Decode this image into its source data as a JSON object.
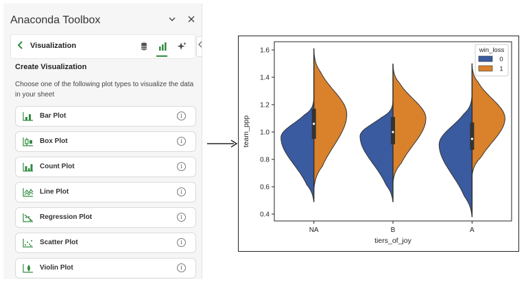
{
  "panel": {
    "title": "Anaconda Toolbox",
    "minimize_icon": "chevron-down-icon",
    "close_icon": "close-icon"
  },
  "nav": {
    "back_icon": "chevron-left-icon",
    "title": "Visualization",
    "icons": [
      "database-icon",
      "bar-chart-icon",
      "sparkle-icon"
    ],
    "active_icon": "bar-chart-icon",
    "collapse_icon": "chevron-left-icon"
  },
  "section": {
    "heading": "Create Visualization",
    "description": "Choose one of the following plot types to visualize the data in your sheet"
  },
  "plot_types": [
    {
      "label": "Bar Plot",
      "icon": "bar-plot-icon"
    },
    {
      "label": "Box Plot",
      "icon": "box-plot-icon"
    },
    {
      "label": "Count Plot",
      "icon": "count-plot-icon"
    },
    {
      "label": "Line Plot",
      "icon": "line-plot-icon"
    },
    {
      "label": "Regression Plot",
      "icon": "regression-plot-icon"
    },
    {
      "label": "Scatter Plot",
      "icon": "scatter-plot-icon"
    },
    {
      "label": "Violin Plot",
      "icon": "violin-plot-icon"
    }
  ],
  "colors": {
    "accent": "#2e8b3e",
    "series0": "#3a5ba0",
    "series1": "#d9812b"
  },
  "chart_data": {
    "type": "violin",
    "split": true,
    "xlabel": "tiers_of_joy",
    "ylabel": "team_ppp",
    "categories": [
      "NA",
      "B",
      "A"
    ],
    "ylim": [
      0.35,
      1.66
    ],
    "yticks": [
      0.4,
      0.6,
      0.8,
      1.0,
      1.2,
      1.4,
      1.6
    ],
    "legend": {
      "title": "win_loss",
      "position": "top-right",
      "entries": [
        "0",
        "1"
      ]
    },
    "series": [
      {
        "name": "0",
        "side": "left",
        "color": "#3a5ba0",
        "ranges": [
          [
            0.49,
            1.25
          ],
          [
            0.49,
            1.23
          ],
          [
            0.38,
            1.28
          ]
        ],
        "modes": [
          0.96,
          0.97,
          0.91
        ]
      },
      {
        "name": "1",
        "side": "right",
        "color": "#d9812b",
        "ranges": [
          [
            0.58,
            1.61
          ],
          [
            0.63,
            1.5
          ],
          [
            0.68,
            1.5
          ]
        ],
        "modes": [
          1.13,
          1.1,
          1.1
        ]
      }
    ],
    "box": [
      {
        "category": "NA",
        "q1": 0.95,
        "median": 1.06,
        "q3": 1.17,
        "whisker_low": 0.49,
        "whisker_high": 1.61
      },
      {
        "category": "B",
        "q1": 0.91,
        "median": 1.0,
        "q3": 1.11,
        "whisker_low": 0.49,
        "whisker_high": 1.5
      },
      {
        "category": "A",
        "q1": 0.87,
        "median": 0.95,
        "q3": 1.07,
        "whisker_low": 0.38,
        "whisker_high": 1.5
      }
    ]
  }
}
